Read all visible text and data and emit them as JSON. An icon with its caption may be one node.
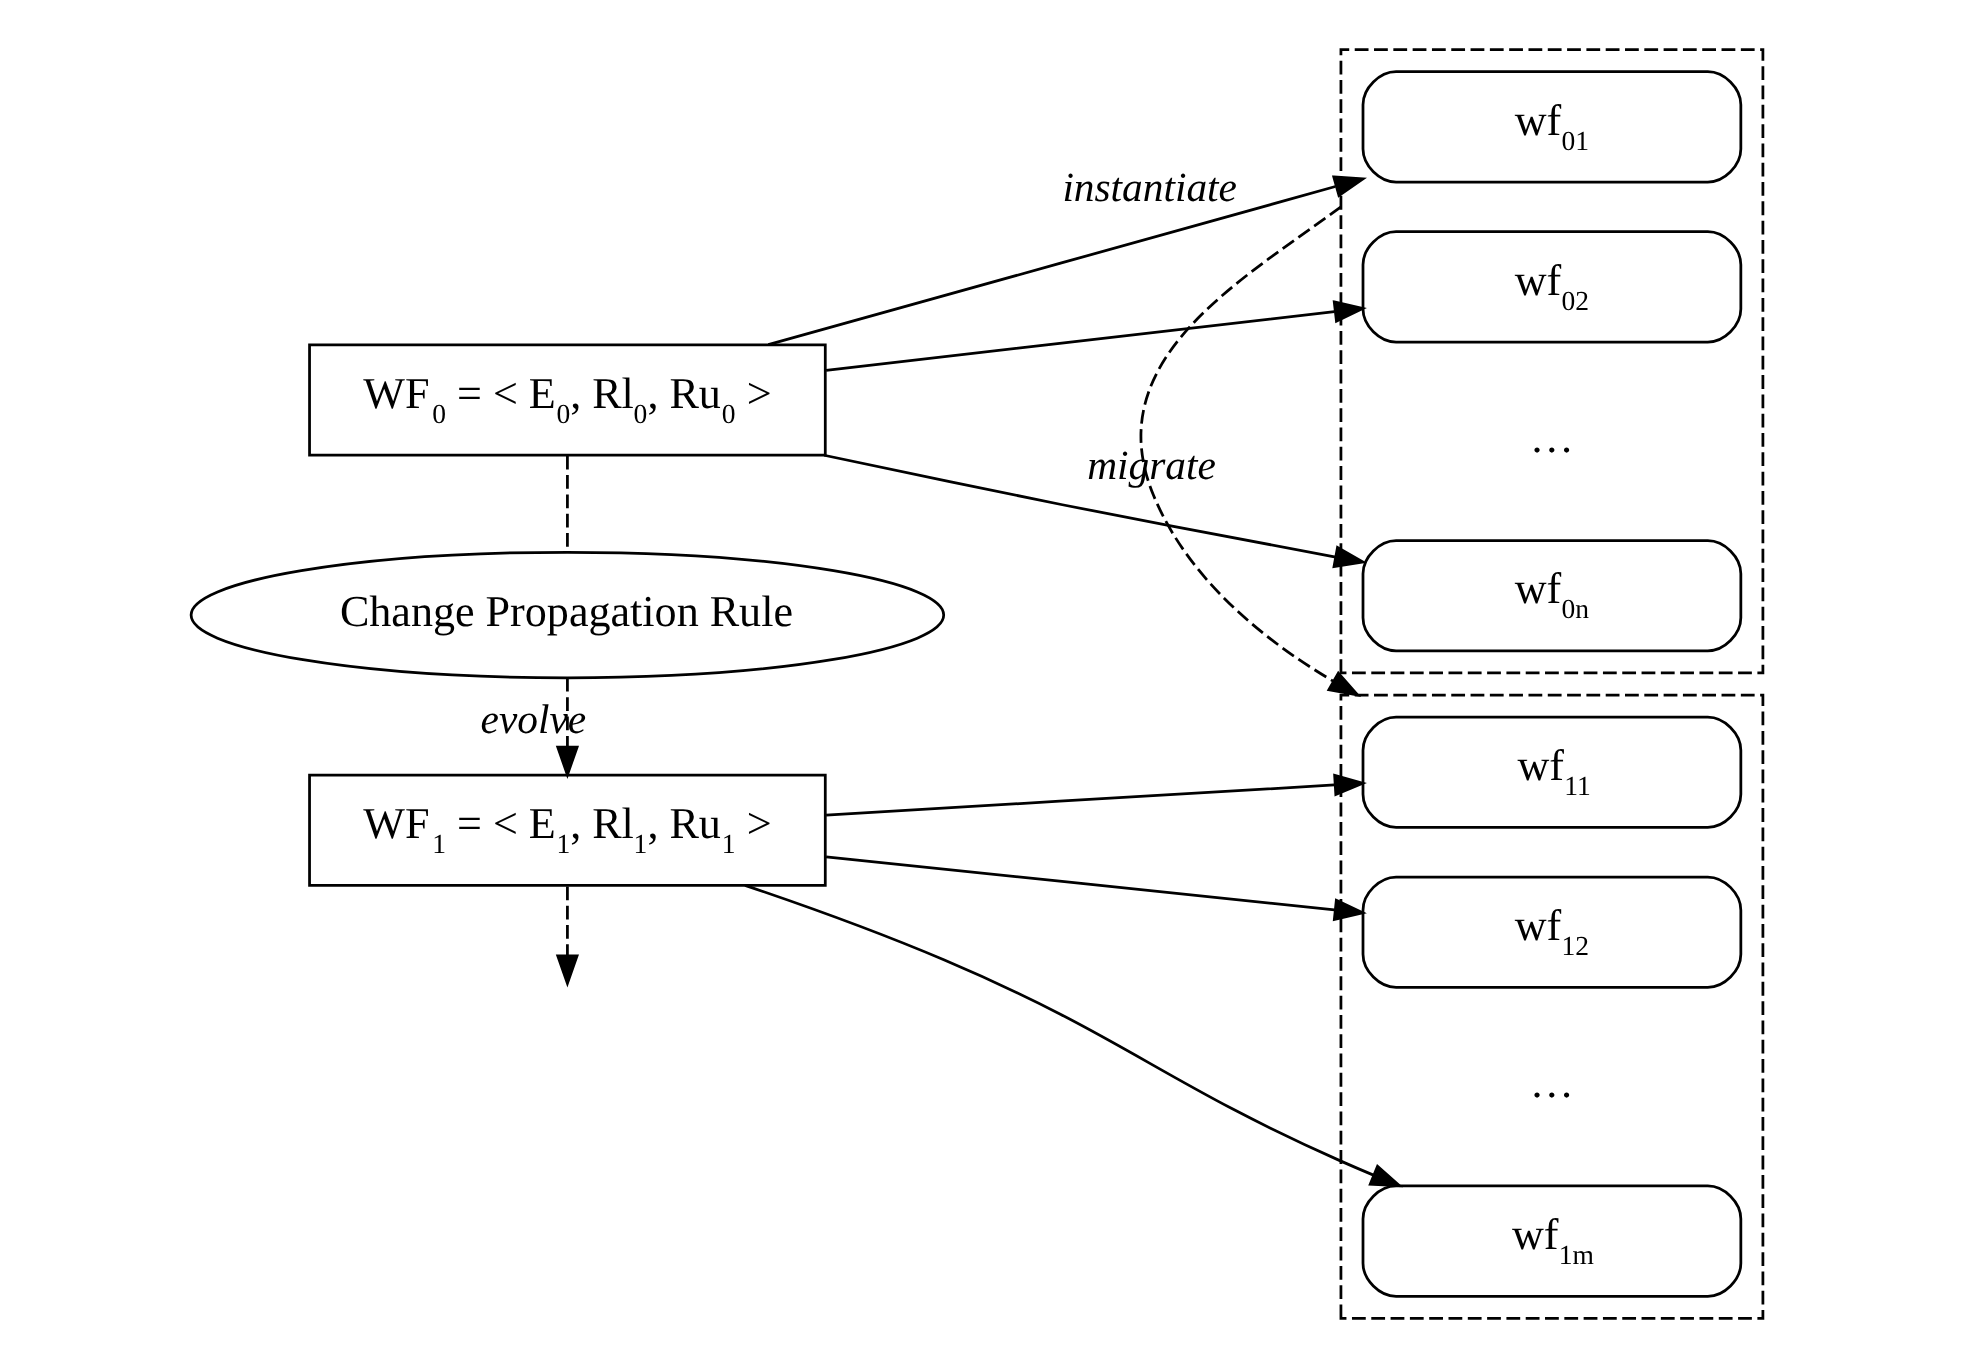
{
  "diagram": {
    "nodes": [
      {
        "text": [
          "WF$_{0}$ = < E$_{0}$, Rl$_{0}$, Ru$_{0}$ >"
        ]
      },
      {
        "text": [],
        "shape": "box"
      },
      {
        "text": [
          "wf$_{01}$"
        ],
        "in": 1
      },
      {
        "text": [
          "wf$_{02}$"
        ],
        "in": 1
      },
      {
        "text": [
          "wf$_{0n}$"
        ],
        "in": 1
      },
      {
        "text": [
          "Change Propagation Rule"
        ]
      },
      {
        "text": [
          "WF$_{1}$ = < E$_{1}$, Rl$_{1}$, Ru$_{1}$ >"
        ]
      },
      {
        "text": [],
        "shape": "box"
      },
      {
        "text": [
          "wf$_{11}$"
        ],
        "in": 7
      },
      {
        "text": [
          "wf$_{12}$"
        ],
        "in": 7
      },
      {
        "text": [
          "wf$_{1m}$"
        ],
        "in": 7
      }
    ],
    "edges": [
      {
        "from": 0,
        "to": 2,
        "arrow": "to",
        "label": "instantiate"
      },
      {
        "from": 0,
        "to": 3,
        "arrow": "to"
      },
      {
        "from": 0,
        "to": 4,
        "arrow": "to"
      },
      {
        "from": 0,
        "to": 5,
        "arrow": "none",
        "style": "dashed"
      },
      {
        "from": 5,
        "to": 6,
        "arrow": "to",
        "style": "dashed",
        "label": "evolve"
      },
      {
        "from": 6,
        "to": null,
        "arrow": "to",
        "style": "dashed"
      },
      {
        "from": 1,
        "to": 7,
        "arrow": "to",
        "style": "dashed",
        "label": "migrate"
      },
      {
        "from": 6,
        "to": 8,
        "arrow": "to"
      },
      {
        "from": 6,
        "to": 9,
        "arrow": "to"
      },
      {
        "from": 6,
        "to": 10,
        "arrow": "to"
      }
    ],
    "labels": [
      "…",
      "…"
    ]
  }
}
